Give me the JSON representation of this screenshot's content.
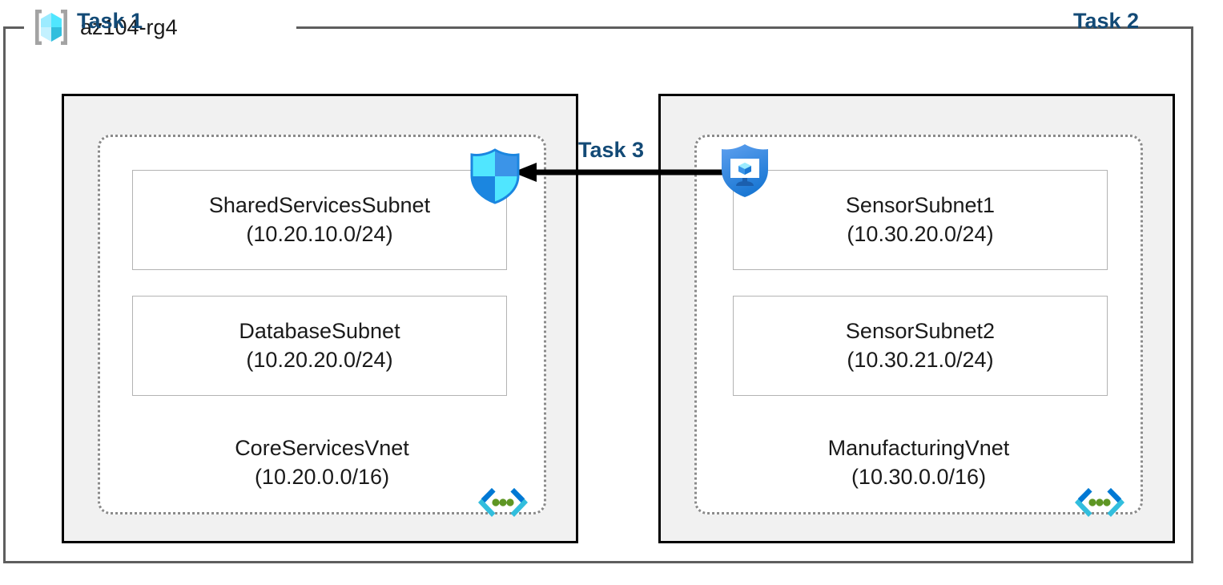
{
  "resource_group": {
    "name": "az104-rg4",
    "icon": "azure-resource-group-cube-icon"
  },
  "tasks": [
    {
      "id": "task1",
      "label": "Task 1"
    },
    {
      "id": "task2",
      "label": "Task 2"
    },
    {
      "id": "task3",
      "label": "Task 3"
    }
  ],
  "vnets": [
    {
      "id": "core-services",
      "name": "CoreServicesVnet",
      "cidr": "(10.20.0.0/16)",
      "icon": "virtual-network-icon",
      "subnets": [
        {
          "name": "SharedServicesSubnet",
          "cidr": "(10.20.10.0/24)"
        },
        {
          "name": "DatabaseSubnet",
          "cidr": "(10.20.20.0/24)"
        }
      ]
    },
    {
      "id": "manufacturing",
      "name": "ManufacturingVnet",
      "cidr": "(10.30.0.0/16)",
      "icon": "virtual-network-icon",
      "subnets": [
        {
          "name": "SensorSubnet1",
          "cidr": "(10.30.20.0/24)"
        },
        {
          "name": "SensorSubnet2",
          "cidr": "(10.30.21.0/24)"
        }
      ]
    }
  ],
  "icons": {
    "nsg_shield": "network-security-group-shield-icon",
    "bastion_shield": "azure-bastion-shield-icon",
    "peering_arrow": "peering-arrow-left-icon"
  },
  "colors": {
    "task_label": "#134a76",
    "task_box_fill": "#f1f1f1",
    "task_box_border": "#000000",
    "vnet_border": "#8a8a8a",
    "subnet_border": "#b3b3b3",
    "frame_border": "#5e5e5e",
    "cube_cyan": "#50e6ff",
    "shield_blue": "#1b93eb",
    "arrow": "#000000",
    "vnet_icon_green": "#5e9624"
  }
}
